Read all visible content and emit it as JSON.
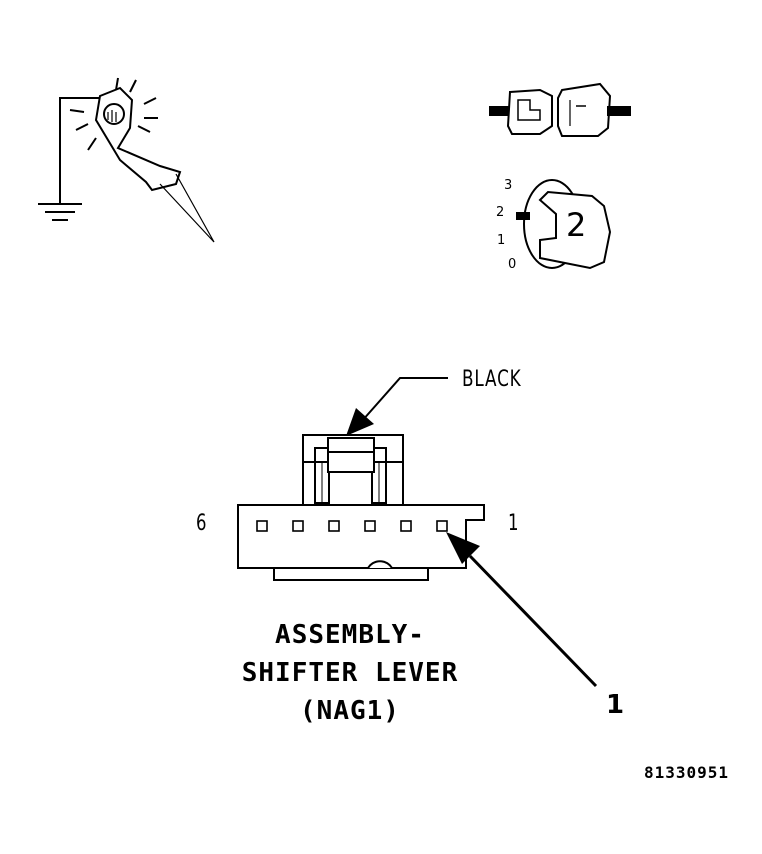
{
  "connector": {
    "color_label": "BLACK",
    "pin_left": "6",
    "pin_right": "1"
  },
  "title_lines": [
    "ASSEMBLY-",
    "SHIFTER LEVER",
    "(NAG1)"
  ],
  "callout_number": "1",
  "figure_id": "81330951",
  "ignition": {
    "key_number": "2",
    "positions": [
      "3",
      "2",
      "1",
      "0"
    ]
  },
  "icons": [
    "test-light-icon",
    "ground-icon",
    "disconnected-connector-icon",
    "ignition-key-icon"
  ]
}
